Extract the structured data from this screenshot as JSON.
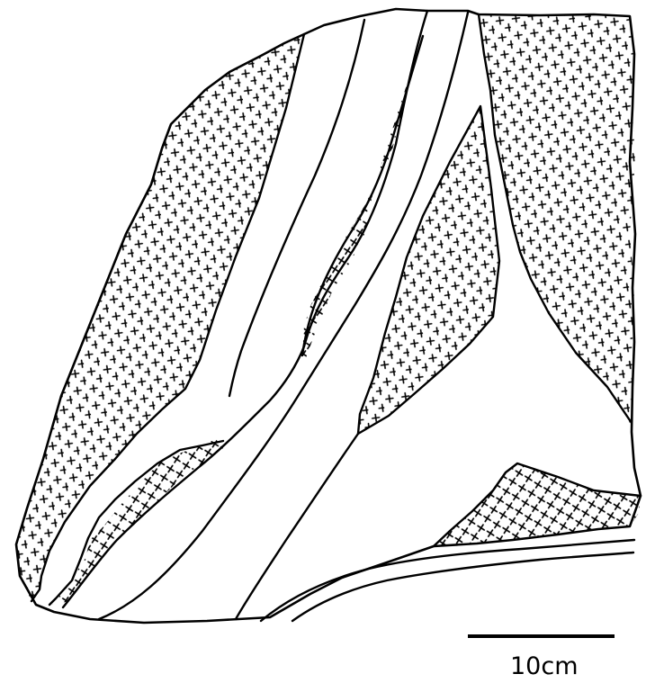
{
  "scale_bar": {
    "label": "10cm"
  },
  "legend_symbols": {
    "plus_fill": "plus-pattern",
    "cross_fill": "x-pattern"
  },
  "colors": {
    "ink": "#000000",
    "paper": "#ffffff"
  }
}
